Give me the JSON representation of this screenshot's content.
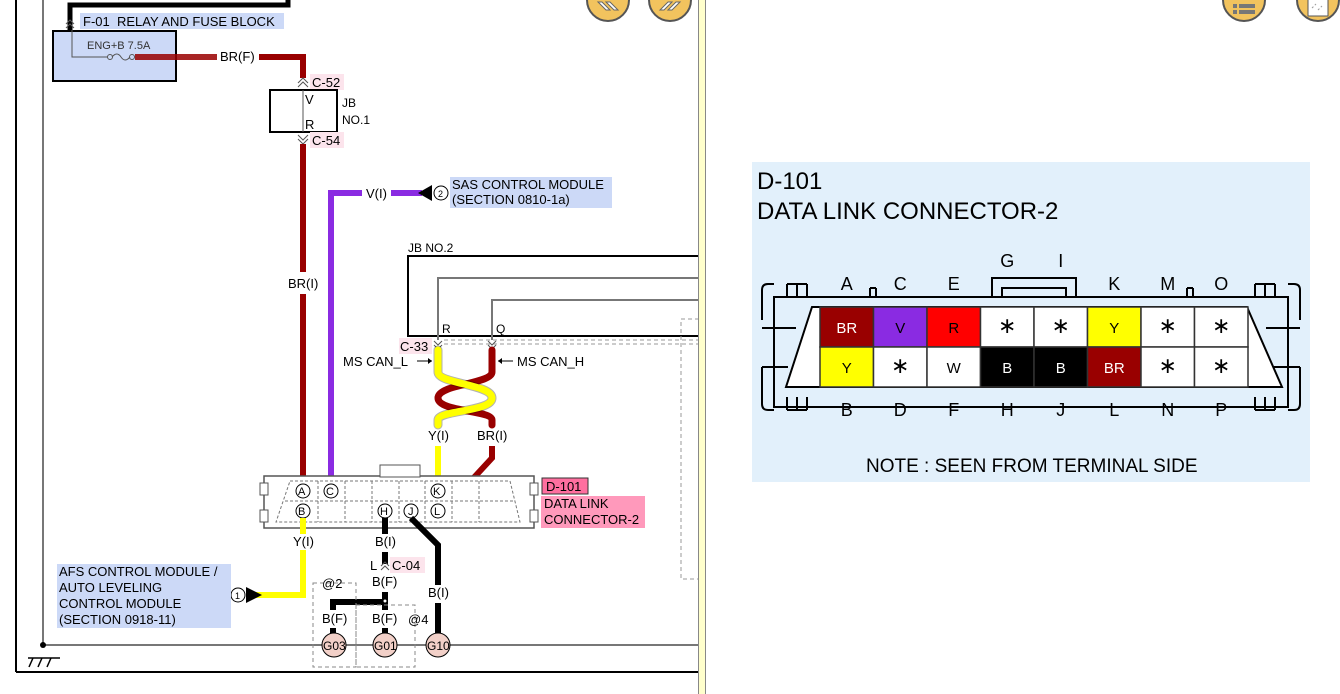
{
  "toolbar": {
    "buttons": [
      {
        "name": "previous-page-button",
        "icon": "double-chevron-left-icon"
      },
      {
        "name": "next-page-button",
        "icon": "double-chevron-right-icon"
      },
      {
        "name": "list-menu-button",
        "icon": "list-icon"
      },
      {
        "name": "notes-button",
        "icon": "notebook-icon"
      }
    ]
  },
  "schematic": {
    "relay_block": {
      "code": "F-01",
      "name": "RELAY AND FUSE BLOCK",
      "fuse": "ENG+B 7.5A"
    },
    "wire_brf": "BR(F)",
    "jb1": {
      "label_line1": "JB",
      "label_line2": "NO.1",
      "pin_top": "V",
      "pin_bottom": "R",
      "conn_top": "C-52",
      "conn_bottom": "C-54"
    },
    "wire_bri_left": "BR(I)",
    "sas": {
      "wire": "V(I)",
      "ref": "2",
      "line1": "SAS CONTROL MODULE",
      "line2": "(SECTION 0810-1a)"
    },
    "jb2": {
      "label": "JB NO.2",
      "pin_r": "R",
      "pin_q": "Q",
      "conn": "C-33"
    },
    "can_l": "MS CAN_L",
    "can_h": "MS CAN_H",
    "wire_yi_twist": "Y(I)",
    "wire_bri_twist": "BR(I)",
    "dlc": {
      "code": "D-101",
      "line1": "DATA LINK",
      "line2": "CONNECTOR-2",
      "pins": [
        "A",
        "C",
        "K",
        "B",
        "H",
        "J",
        "L"
      ]
    },
    "wire_yi_bottom": "Y(I)",
    "wire_bi_h": "B(I)",
    "c04": {
      "pin": "L",
      "conn": "C-04"
    },
    "wire_bf_top": "B(F)",
    "wire_bi_j": "B(I)",
    "afs": {
      "ref": "1",
      "line1": "AFS CONTROL MODULE /",
      "line2": "AUTO LEVELING",
      "line3": "CONTROL MODULE",
      "line4": "(SECTION 0918-11)"
    },
    "ground_groups": [
      "@2",
      "@4"
    ],
    "wire_bf_g03": "B(F)",
    "wire_bf_g01": "B(F)",
    "grounds": [
      "G03",
      "G01",
      "G10"
    ]
  },
  "connector_view": {
    "code": "D-101",
    "title": "DATA LINK CONNECTOR-2",
    "top_labels": [
      "A",
      "C",
      "E",
      "G",
      "I",
      "K",
      "M",
      "O"
    ],
    "bottom_labels": [
      "B",
      "D",
      "F",
      "H",
      "J",
      "L",
      "N",
      "P"
    ],
    "top_row": [
      {
        "pin": "A",
        "color": "BR",
        "bg": "#990000",
        "fg": "#ffffff"
      },
      {
        "pin": "C",
        "color": "V",
        "bg": "#8a2be2",
        "fg": "#000000"
      },
      {
        "pin": "E",
        "color": "R",
        "bg": "#ff0000",
        "fg": "#000000"
      },
      {
        "pin": "G",
        "color": "∗",
        "bg": "#ffffff",
        "fg": "#000000"
      },
      {
        "pin": "I",
        "color": "∗",
        "bg": "#ffffff",
        "fg": "#000000"
      },
      {
        "pin": "K",
        "color": "Y",
        "bg": "#ffff00",
        "fg": "#000000"
      },
      {
        "pin": "M",
        "color": "∗",
        "bg": "#ffffff",
        "fg": "#000000"
      },
      {
        "pin": "O",
        "color": "∗",
        "bg": "#ffffff",
        "fg": "#000000"
      }
    ],
    "bottom_row": [
      {
        "pin": "B",
        "color": "Y",
        "bg": "#ffff00",
        "fg": "#000000"
      },
      {
        "pin": "D",
        "color": "∗",
        "bg": "#ffffff",
        "fg": "#000000"
      },
      {
        "pin": "F",
        "color": "W",
        "bg": "#ffffff",
        "fg": "#000000"
      },
      {
        "pin": "H",
        "color": "B",
        "bg": "#000000",
        "fg": "#ffffff"
      },
      {
        "pin": "J",
        "color": "B",
        "bg": "#000000",
        "fg": "#ffffff"
      },
      {
        "pin": "L",
        "color": "BR",
        "bg": "#990000",
        "fg": "#ffffff"
      },
      {
        "pin": "N",
        "color": "∗",
        "bg": "#ffffff",
        "fg": "#000000"
      },
      {
        "pin": "P",
        "color": "∗",
        "bg": "#ffffff",
        "fg": "#000000"
      }
    ],
    "note": "NOTE : SEEN FROM TERMINAL SIDE"
  },
  "colors": {
    "brown": "#990000",
    "violet": "#8a2be2",
    "yellow": "#ffff00",
    "black": "#000000",
    "label_blue": "#ccd9f7",
    "label_pink": "#fce4ec",
    "label_pink_strong": "#ff99bb",
    "connector_panel": "#e2f0fb",
    "ground_fill": "#f2d0c8",
    "divider": "#ffffcc",
    "button_gold": "#f2c35e"
  }
}
